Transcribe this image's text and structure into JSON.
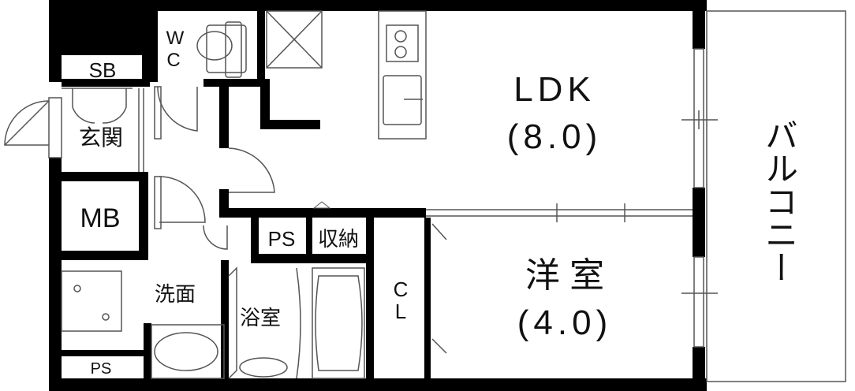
{
  "rooms": {
    "ldk_name": "LDK",
    "ldk_size": "(8.0)",
    "yoshitsu_name": "洋 室",
    "yoshitsu_size": "(4.0)",
    "balcony": "バルコニー",
    "genkan": "玄関",
    "mb": "MB",
    "sb": "SB",
    "wc_w": "W",
    "wc_c": "C",
    "ps_top": "PS",
    "shuno": "収納",
    "senmen": "洗面",
    "yokushitsu": "浴室",
    "cl_c": "C",
    "cl_l": "L",
    "ps_bottom": "PS"
  },
  "colors": {
    "wall": "#000000",
    "line": "#555555",
    "background": "#ffffff"
  }
}
